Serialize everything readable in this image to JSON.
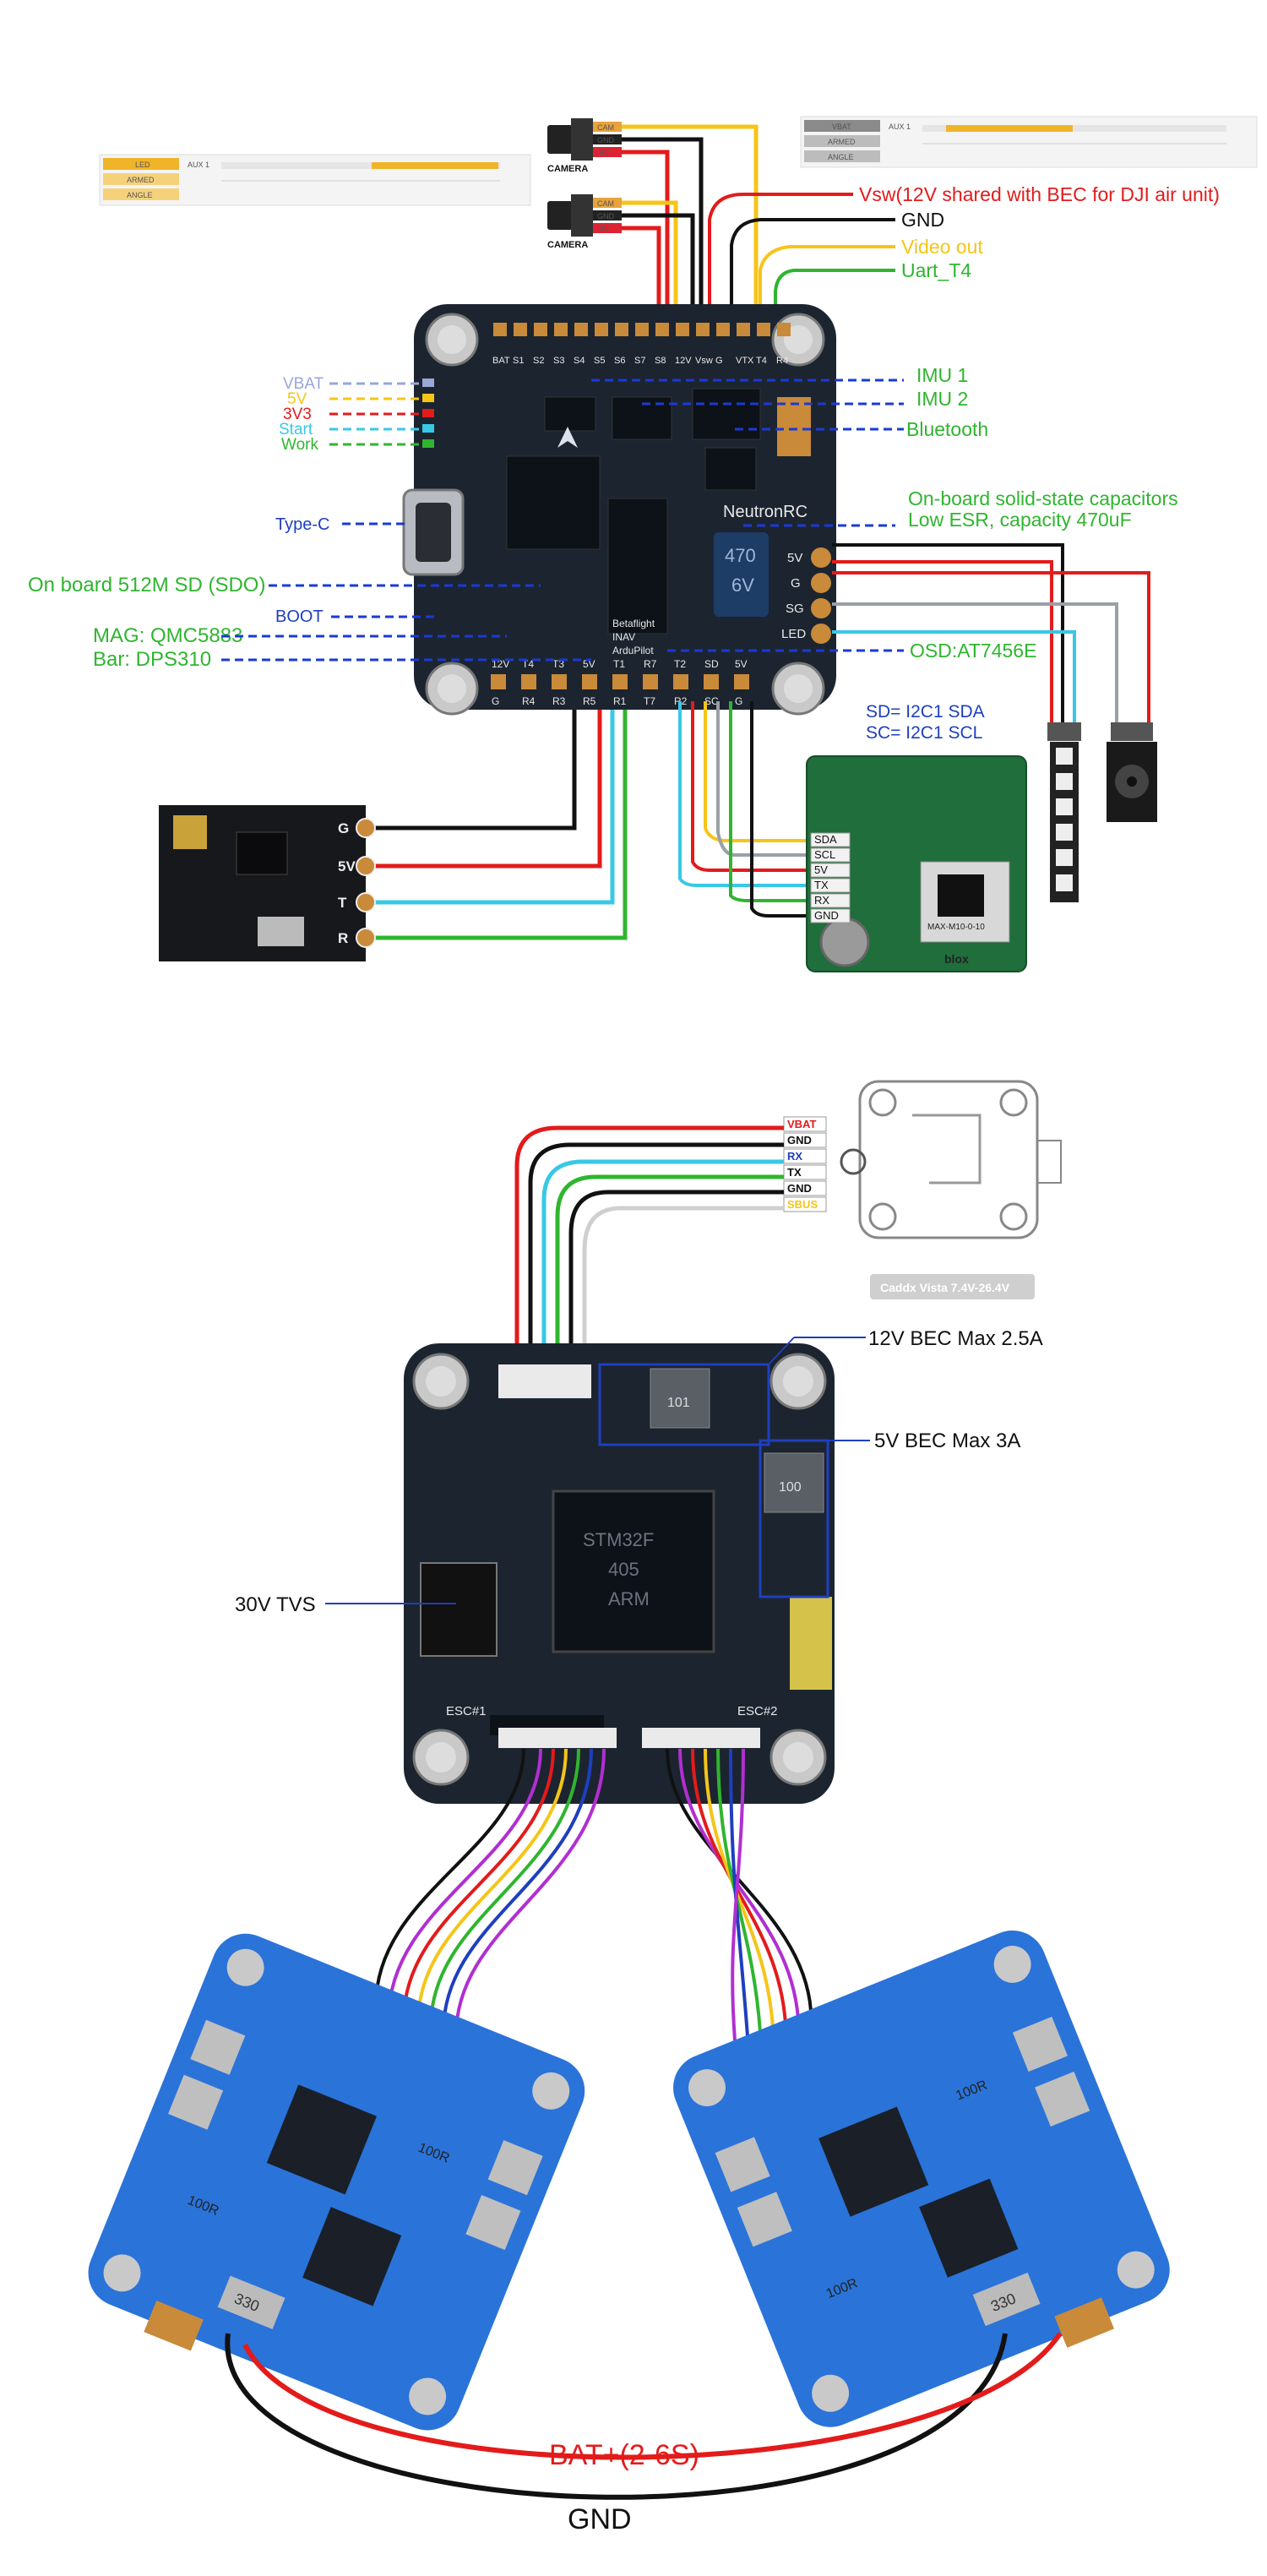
{
  "colors": {
    "red": "#e31b1b",
    "black": "#111111",
    "yellow": "#f5c518",
    "green": "#2fb52f",
    "blue": "#1e3fbf",
    "dash_blue": "#1a3ad6",
    "cyan": "#38c8e6",
    "pcb": "#1c2430",
    "esc": "#2a73d9",
    "gray": "#9aa0a6",
    "vbat": "#9aa6d8"
  },
  "ui_thumbs": {
    "left": {
      "tab": "LED",
      "rows": [
        "ARMED",
        "ANGLE"
      ],
      "channel": "AUX 1"
    },
    "right": {
      "tab": "VBAT",
      "rows": [
        "ARMED",
        "ANGLE"
      ],
      "channel": "AUX 1"
    }
  },
  "top_diagram": {
    "camera_label": "CAMERA",
    "camera_pins": [
      "CAM",
      "GND",
      "5V"
    ],
    "right_labels": {
      "vsw": "Vsw(12V shared with BEC for DJI air unit)",
      "gnd": "GND",
      "video_out": "Video out",
      "uart": "Uart_T4"
    },
    "left_labels": {
      "vbat": "VBAT",
      "v5": "5V",
      "v33": "3V3",
      "start": "Start",
      "work": "Work",
      "typec": "Type-C",
      "sd": "On board 512M SD (SDO)",
      "boot": "BOOT",
      "mag": "MAG: QMC5883",
      "bar": "Bar: DPS310"
    },
    "side_labels": {
      "imu1": "IMU 1",
      "imu2": "IMU 2",
      "bluetooth": "Bluetooth",
      "caps1": "On-board solid-state capacitors",
      "caps2": "Low ESR, capacity 470uF",
      "osd": "OSD:AT7456E"
    },
    "board": {
      "brand": "NeutronRC",
      "cap_top": "470",
      "cap_bottom": "6V",
      "fw": [
        "Betaflight",
        "INAV",
        "ArduPilot"
      ],
      "top_pads": [
        "BAT",
        "S1",
        "S2",
        "S3",
        "S4",
        "S5",
        "S6",
        "S7",
        "S8",
        "12V",
        "Vsw",
        "G",
        "VTX",
        "T4",
        "R4"
      ],
      "bottom_pads": [
        "12V",
        "T4",
        "T3",
        "5V",
        "T1",
        "R7",
        "T2",
        "SD",
        "5V"
      ],
      "bottom_pads2": [
        "G",
        "R4",
        "R3",
        "R5",
        "R1",
        "T7",
        "R2",
        "SC",
        "G"
      ],
      "right_pads": [
        "5V",
        "G",
        "SG",
        "LED"
      ]
    },
    "i2c": {
      "line1": "SD= I2C1 SDA",
      "line2": "SC= I2C1 SCL"
    },
    "gps_pins": [
      "SDA",
      "SCL",
      "5V",
      "TX",
      "RX",
      "GND"
    ],
    "gps_chip": "MAX-M10-0-10",
    "gps_brand": "blox",
    "rx_pins": [
      "G",
      "5V",
      "T",
      "R"
    ]
  },
  "bottom_diagram": {
    "vtx_pins": [
      "VBAT",
      "GND",
      "RX",
      "TX",
      "GND",
      "SBUS"
    ],
    "vtx_caption": "Caddx Vista 7.4V-26.4V",
    "bec12": "12V BEC Max 2.5A",
    "bec5": "5V BEC Max 3A",
    "tvs": "30V TVS",
    "esc1_label": "ESC#1",
    "esc2_label": "ESC#2",
    "chip_lines": [
      "STM32F",
      "405",
      "ARM"
    ],
    "inductor1": "101",
    "inductor2": "100",
    "esc_marks": [
      "100R",
      "100R",
      "330"
    ],
    "battery": "BAT+(2-6S)",
    "gnd": "GND"
  }
}
